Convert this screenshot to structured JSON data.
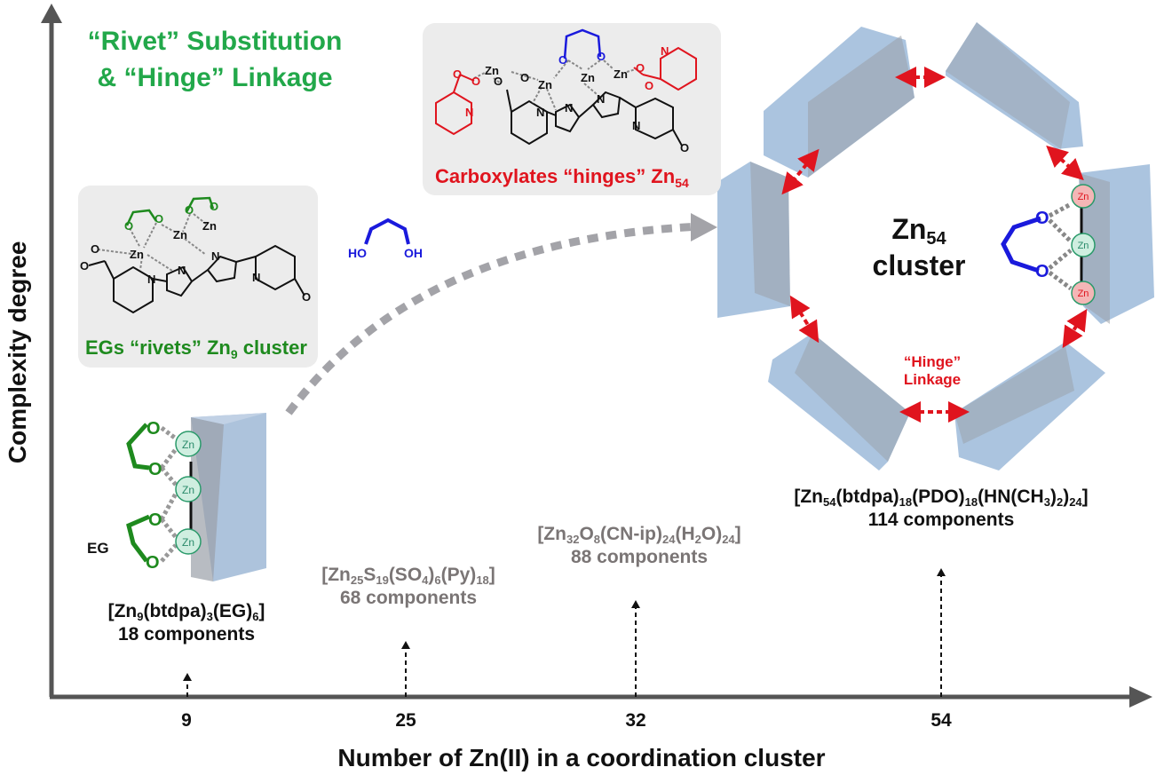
{
  "title": {
    "line1": "“Rivet” Substitution",
    "line2": "& “Hinge” Linkage",
    "color": "#22a84a"
  },
  "axes": {
    "x_label": "Number of Zn(II) in a coordination cluster",
    "y_label": "Complexity degree",
    "x_ticks": [
      "9",
      "25",
      "32",
      "54"
    ]
  },
  "clusters": [
    {
      "zn_count": 9,
      "formula_parts": [
        "[Zn",
        "9",
        "(btdpa)",
        "3",
        "(EG)",
        "6",
        "]"
      ],
      "components": "18 components",
      "color": "#111111"
    },
    {
      "zn_count": 25,
      "formula_parts": [
        "[Zn",
        "25",
        "S",
        "19",
        "(SO",
        "4",
        ")",
        "6",
        "(Py)",
        "18",
        "]"
      ],
      "components": "68 components",
      "color": "#7a7575"
    },
    {
      "zn_count": 32,
      "formula_parts": [
        "[Zn",
        "32",
        "O",
        "8",
        "(CN-ip)",
        "24",
        "(H",
        "2",
        "O)",
        "24",
        "]"
      ],
      "components": "88 components",
      "color": "#7a7575"
    },
    {
      "zn_count": 54,
      "formula_parts": [
        "[Zn",
        "54",
        "(btdpa)",
        "18",
        "(PDO)",
        "18",
        "(HN(CH",
        "3",
        ")",
        "2",
        ")",
        "24",
        "]"
      ],
      "components": "114 components",
      "color": "#111111"
    }
  ],
  "panels": {
    "rivets": {
      "caption_pre": "EGs “rivets” Zn",
      "caption_sub": "9",
      "caption_post": " cluster",
      "color": "#1e8a1e"
    },
    "hinges": {
      "caption_pre": "Carboxylates “hinges” Zn",
      "caption_sub": "54",
      "color": "#e0141e"
    }
  },
  "labels": {
    "eg": "EG",
    "zn": "Zn",
    "o": "O",
    "n": "N",
    "ho": "HO",
    "oh": "OH",
    "center_pre": "Zn",
    "center_sub": "54",
    "center_post": "cluster",
    "hinge_line1": "“Hinge”",
    "hinge_line2": "Linkage"
  },
  "colors": {
    "axis": "#555555",
    "prism": "#8fb0d4",
    "prism_gray": "#9aa0a8",
    "hinge_arrow": "#e0141e",
    "pdo": "#1a1adc",
    "eg": "#1e8a1e",
    "zn_green": "#cfeee0",
    "zn_red": "#f4b6b6"
  }
}
